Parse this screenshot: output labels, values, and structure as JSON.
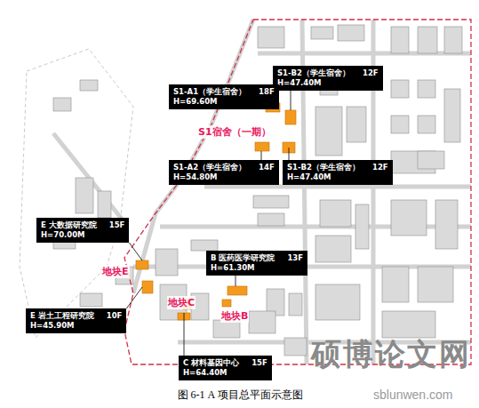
{
  "diagram": {
    "caption": "图 6-1 A 项目总平面示意图",
    "nodes": [
      {
        "text": [
          "S1-B2（学生宿舍）",
          "12F",
          "H=47.40M"
        ]
      },
      {
        "text": [
          "S1-A1（学生宿舍）",
          "18F",
          "H=69.60M"
        ]
      },
      {
        "text": [
          "S1-A2（学生宿舍）",
          "14F",
          "H=54.80M"
        ]
      },
      {
        "text": [
          "S1-B2（学生宿舍）",
          "12F",
          "H=47.40M"
        ]
      },
      {
        "text": [
          "E 大数据研究院",
          "15F",
          "H=70.00M"
        ]
      },
      {
        "text": [
          "B 医药医学研究院",
          "13F",
          "H=61.30M"
        ]
      },
      {
        "text": [
          "E 岩土工程研究院",
          "10F",
          "H=45.90M"
        ]
      },
      {
        "text": [
          "C 材料基因中心",
          "15F",
          "H=64.40M"
        ]
      }
    ],
    "labels": [
      "S1宿舍（一期）",
      "地块E",
      "地块C",
      "地块B",
      "硕博论文网",
      "sblunwen.com"
    ]
  }
}
